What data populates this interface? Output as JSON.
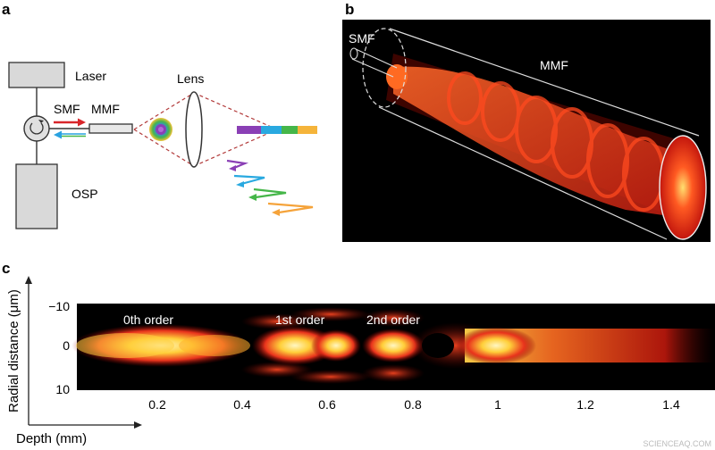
{
  "panel_a": {
    "letter": "a",
    "laser": "Laser",
    "smf": "SMF",
    "mmf": "MMF",
    "lens": "Lens",
    "osp": "OSP"
  },
  "panel_b": {
    "letter": "b",
    "smf": "SMF",
    "mmf": "MMF"
  },
  "panel_c": {
    "letter": "c",
    "ylabel": "Radial distance (μm)",
    "xlabel": "Depth (mm)",
    "y_ticks": [
      "−10",
      "0",
      "10"
    ],
    "x_ticks": [
      "0.2",
      "0.4",
      "0.6",
      "0.8",
      "1",
      "1.2",
      "1.4"
    ],
    "orders": [
      "0th order",
      "1st order",
      "2nd order"
    ]
  },
  "watermark": "SCIENCEAQ.COM",
  "colors": {
    "laser_arrow": "#d8262b",
    "return_arrow": "#2aa2e0",
    "dashed": "#b23a3a",
    "spectrum": [
      "#8a3fb5",
      "#29a9e0",
      "#45b649",
      "#f2c33c",
      "#f5a33a"
    ]
  }
}
